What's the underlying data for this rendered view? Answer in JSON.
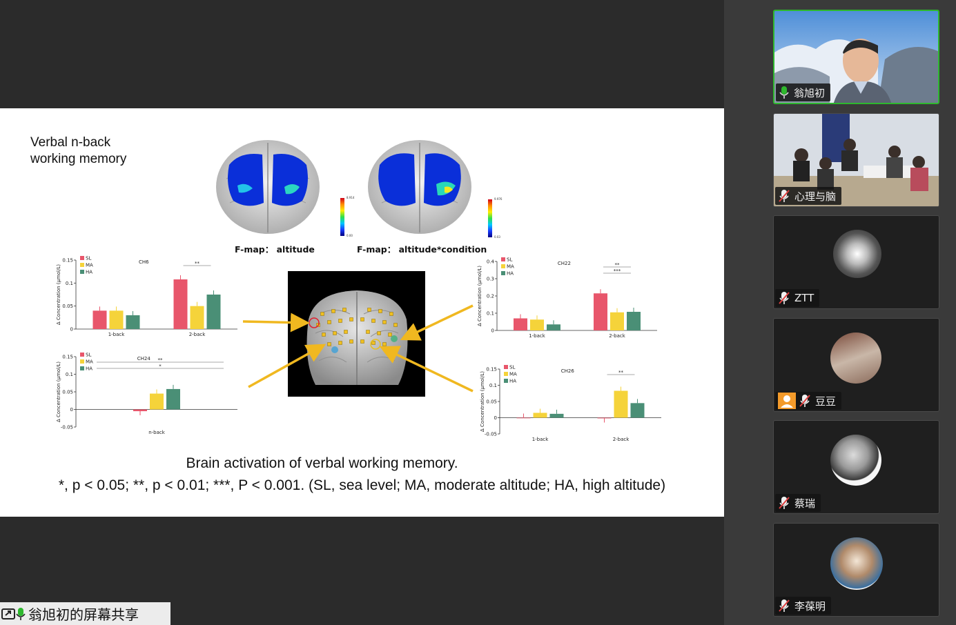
{
  "slide": {
    "title_line1": "Verbal n-back",
    "title_line2": "working memory",
    "fmap1_label": "F-map： altitude",
    "fmap2_label": "F-map： altitude*condition",
    "colorbar1_top": "8.914",
    "colorbar1_bottom": "0.00",
    "colorbar2_top": "9.976",
    "colorbar2_bottom": "0.03",
    "caption_line1": "Brain activation of verbal working memory.",
    "caption_line2": "*, p < 0.05; **, p < 0.01; ***, P < 0.001. (SL, sea level; MA, moderate altitude; HA, high altitude)"
  },
  "legend": [
    "SL",
    "MA",
    "HA"
  ],
  "series_colors": {
    "SL": "#e8566b",
    "MA": "#f5d33a",
    "HA": "#4a8f76"
  },
  "y_axis_label": "Δ Concentration (μmol/L)",
  "chart_data": [
    {
      "type": "bar",
      "title": "CH6",
      "categories": [
        "1-back",
        "2-back"
      ],
      "series": [
        {
          "name": "SL",
          "values": [
            0.04,
            0.108
          ]
        },
        {
          "name": "MA",
          "values": [
            0.04,
            0.05
          ]
        },
        {
          "name": "HA",
          "values": [
            0.03,
            0.075
          ]
        }
      ],
      "ylim": [
        0,
        0.15
      ],
      "yticks": [
        "0",
        "0.05",
        "0.1",
        "0.15"
      ],
      "sig": [
        "**"
      ]
    },
    {
      "type": "bar",
      "title": "CH24",
      "categories": [
        "n-back"
      ],
      "series": [
        {
          "name": "SL",
          "values": [
            -0.005
          ]
        },
        {
          "name": "MA",
          "values": [
            0.045
          ]
        },
        {
          "name": "HA",
          "values": [
            0.058
          ]
        }
      ],
      "ylim": [
        -0.05,
        0.15
      ],
      "yticks": [
        "-0.05",
        "0",
        "0.05",
        "0.1",
        "0.15"
      ],
      "sig": [
        "**",
        "*"
      ]
    },
    {
      "type": "bar",
      "title": "CH22",
      "categories": [
        "1-back",
        "2-back"
      ],
      "series": [
        {
          "name": "SL",
          "values": [
            0.07,
            0.215
          ]
        },
        {
          "name": "MA",
          "values": [
            0.063,
            0.105
          ]
        },
        {
          "name": "HA",
          "values": [
            0.035,
            0.108
          ]
        }
      ],
      "ylim": [
        0,
        0.4
      ],
      "yticks": [
        "0",
        "0.1",
        "0.2",
        "0.3",
        "0.4"
      ],
      "sig": [
        "**",
        "***"
      ]
    },
    {
      "type": "bar",
      "title": "CH26",
      "categories": [
        "1-back",
        "2-back"
      ],
      "series": [
        {
          "name": "SL",
          "values": [
            0.0,
            -0.002
          ]
        },
        {
          "name": "MA",
          "values": [
            0.015,
            0.083
          ]
        },
        {
          "name": "HA",
          "values": [
            0.012,
            0.045
          ]
        }
      ],
      "ylim": [
        -0.05,
        0.15
      ],
      "yticks": [
        "-0.05",
        "0",
        "0.05",
        "0.1",
        "0.15"
      ],
      "sig": [
        "**"
      ]
    }
  ],
  "share_banner": {
    "text": "翁旭初的屏幕共享"
  },
  "participants": [
    {
      "name": "翁旭初",
      "mic": "on"
    },
    {
      "name": "心理与脑",
      "mic": "muted"
    },
    {
      "name": "ZTT",
      "mic": "muted"
    },
    {
      "name": "豆豆",
      "mic": "muted"
    },
    {
      "name": "蔡瑞",
      "mic": "muted"
    },
    {
      "name": "李葆明",
      "mic": "muted"
    }
  ]
}
